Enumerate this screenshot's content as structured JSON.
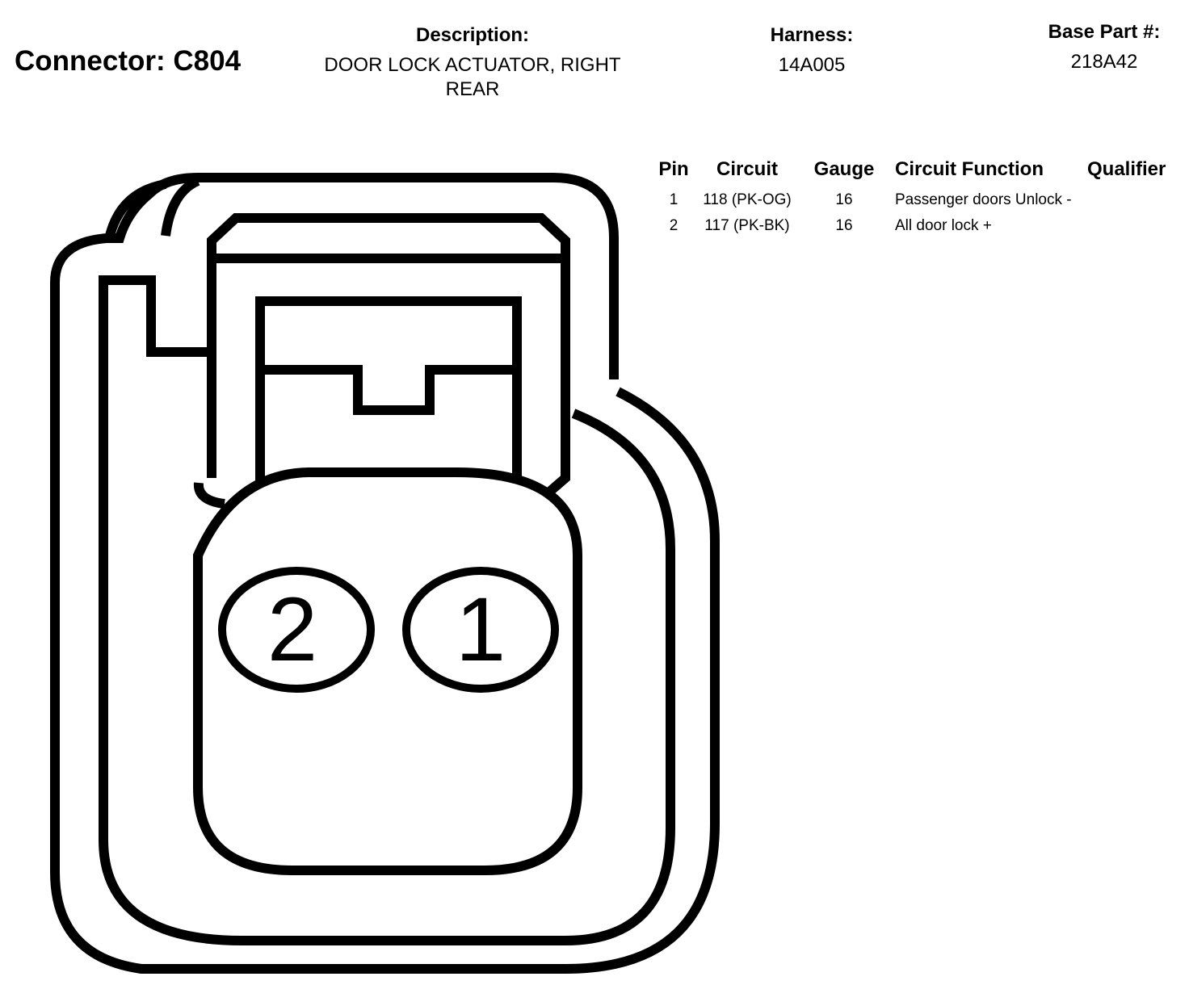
{
  "header": {
    "connector_title": "Connector: C804",
    "description_label": "Description:",
    "description_value": "DOOR LOCK ACTUATOR, RIGHT REAR",
    "harness_label": "Harness:",
    "harness_value": "14A005",
    "base_part_label": "Base Part #:",
    "base_part_value": "218A42"
  },
  "pin_table": {
    "columns": [
      "Pin",
      "Circuit",
      "Gauge",
      "Circuit Function",
      "Qualifier"
    ],
    "rows": [
      {
        "pin": "1",
        "circuit": "118 (PK-OG)",
        "gauge": "16",
        "function": "Passenger doors Unlock -",
        "qualifier": ""
      },
      {
        "pin": "2",
        "circuit": "117 (PK-BK)",
        "gauge": "16",
        "function": "All door lock +",
        "qualifier": ""
      }
    ]
  },
  "diagram": {
    "pin_labels": [
      "2",
      "1"
    ],
    "stroke_color": "#000000",
    "fill_color": "#ffffff"
  }
}
